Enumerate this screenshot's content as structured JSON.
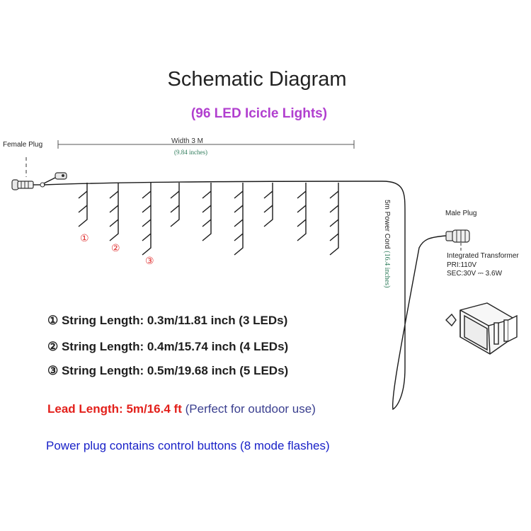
{
  "title": "Schematic Diagram",
  "subtitle": "(96 LED Icicle Lights)",
  "female_plug_label": "Female Plug",
  "width_label": "Width   3 M",
  "width_sub": "(9.84 inches)",
  "cord_label": "5m Power Cord",
  "cord_sub": "(16.4 inches)",
  "male_plug_label": "Male Plug",
  "transformer": {
    "label": "Integrated Transformer",
    "pri": "PRI:110V",
    "sec": "SEC:30V ⎓ 3.6W"
  },
  "markers": [
    "①",
    "②",
    "③"
  ],
  "specs": [
    "① String Length: 0.3m/11.81 inch (3 LEDs)",
    "② String Length: 0.4m/15.74 inch (4 LEDs)",
    "③ String Length: 0.5m/19.68 inch (5 LEDs)"
  ],
  "lead_length": "Lead Length: 5m/16.4 ft",
  "lead_note": "(Perfect for outdoor use)",
  "power_note": "Power plug contains control buttons (8 mode flashes)",
  "colors": {
    "subtitle": "#b13fcf",
    "lead": "#e3201b",
    "lead_note": "#3a3f8f",
    "power_note": "#1a22c8",
    "markers": "#e03030",
    "inch_notes": "#2e7b5a",
    "wire": "#1a1a1a"
  },
  "icons": {
    "female_plug": "female-plug-icon",
    "male_plug": "male-plug-icon",
    "transformer": "transformer-icon"
  }
}
